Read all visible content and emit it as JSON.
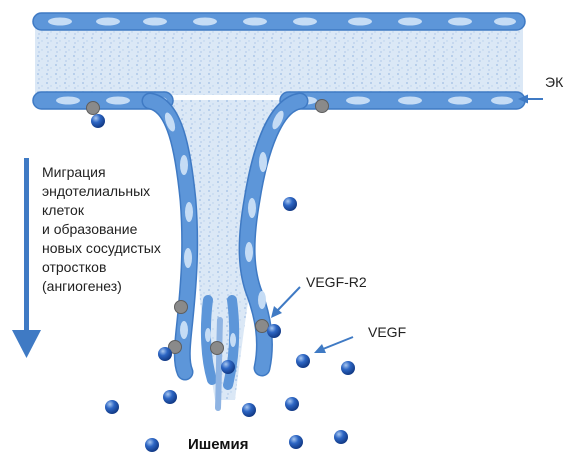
{
  "labels": {
    "endothelial_cell": "ЭК",
    "receptor": "VEGF-R2",
    "growth_factor": "VEGF",
    "ischemia": "Ишемия",
    "process_lines": [
      "Миграция",
      "эндотелиальных",
      "клеток",
      "и образование",
      "новых сосудистых",
      "отростков",
      "(ангиогенез)"
    ]
  },
  "colors": {
    "vessel_wall": "#5d96d9",
    "vessel_wall_dark": "#3f7ac4",
    "nucleus": "#c5dcf5",
    "lumen": "#dbe8f6",
    "lumen_speckle": "#a9c3e3",
    "arrow": "#3f7ac4",
    "receptor": "#8a8a8a",
    "vegf_dot": "#1f56b3",
    "vegf_highlight": "#a8c7f0"
  }
}
